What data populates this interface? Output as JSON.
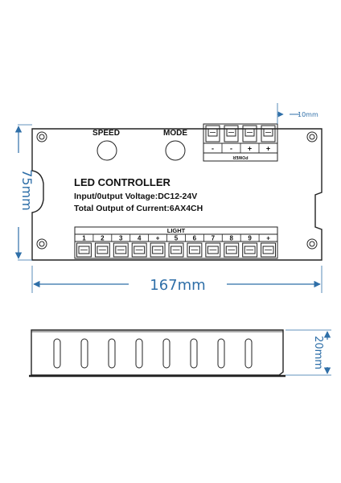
{
  "dimensions": {
    "height": "75mm",
    "width": "167mm",
    "depth": "20mm",
    "terminal_width": "10mm"
  },
  "buttons": {
    "speed": "SPEED",
    "mode": "MODE"
  },
  "info": {
    "title": "LED CONTROLLER",
    "voltage": "Input/0utput Voltage:DC12-24V",
    "current": "Total Output of Current:6AX4CH"
  },
  "power": {
    "label": "POWER",
    "polarity": [
      "-",
      "-",
      "+",
      "+"
    ]
  },
  "light": {
    "label": "LIGHT",
    "terminals": [
      "1",
      "2",
      "3",
      "4",
      "+",
      "5",
      "6",
      "7",
      "8",
      "9",
      "+"
    ]
  },
  "colors": {
    "dimension": "#2f6fa8",
    "outline": "#222222"
  }
}
